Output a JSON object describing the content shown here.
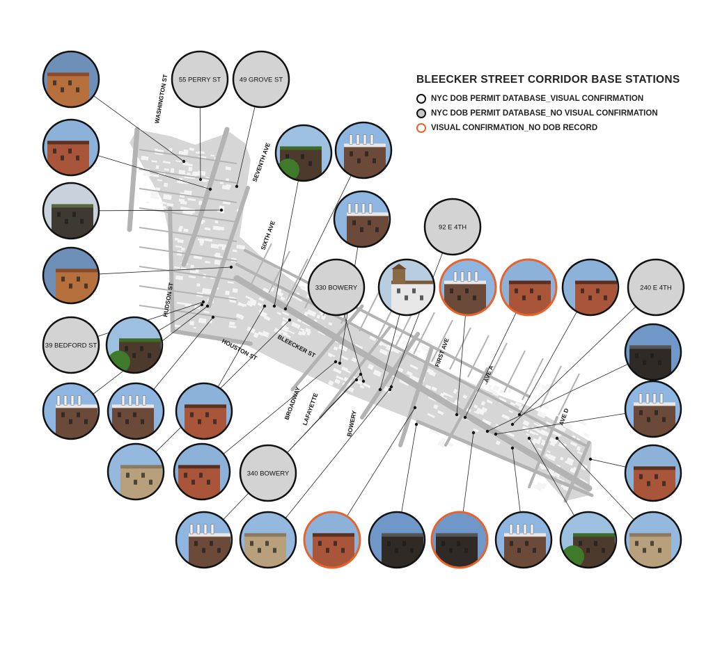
{
  "legend": {
    "title": "BLEECKER STREET CORRIDOR BASE STATIONS",
    "items": [
      {
        "label": "NYC DOB PERMIT DATABASE_VISUAL CONFIRMATION",
        "type": "visual"
      },
      {
        "label": "NYC DOB PERMIT DATABASE_NO VISUAL CONFIRMATION",
        "type": "no-visual"
      },
      {
        "label": "VISUAL CONFIRMATION_NO DOB RECORD",
        "type": "no-record"
      }
    ]
  },
  "colors": {
    "street": "#b3b3b3",
    "block": "#d6d6d6",
    "building": "#f4f4f4",
    "gray_circle": "#d3d3d3",
    "orange": "#e8632c",
    "black": "#111111",
    "leader": "#222222"
  },
  "street_labels": [
    "WASHINGTON ST",
    "SEVENTH AVE",
    "SIXTH AVE",
    "HUDSON ST",
    "HOUSTON ST",
    "BLEECKER ST",
    "BROADWAY",
    "LAFAYETTE",
    "BOWERY",
    "FIRST AVE",
    "AVE A",
    "AVE D"
  ],
  "stations": [
    {
      "type": "visual",
      "photo": "brick-wall"
    },
    {
      "type": "no-visual",
      "label": "55 PERRY ST"
    },
    {
      "type": "no-visual",
      "label": "49 GROVE ST"
    },
    {
      "type": "visual",
      "photo": "brick-building"
    },
    {
      "type": "visual",
      "photo": "rooftop"
    },
    {
      "type": "visual",
      "photo": "brick-wall"
    },
    {
      "type": "visual",
      "photo": "tree-building"
    },
    {
      "type": "visual",
      "photo": "antenna-roof"
    },
    {
      "type": "visual",
      "photo": "antenna-roof"
    },
    {
      "type": "no-visual",
      "label": "92 E 4TH"
    },
    {
      "type": "no-visual",
      "label": "330 BOWERY"
    },
    {
      "type": "visual",
      "photo": "water-tower"
    },
    {
      "type": "no-record",
      "photo": "antenna-roof"
    },
    {
      "type": "no-record",
      "photo": "brick-building"
    },
    {
      "type": "visual",
      "photo": "brick-building"
    },
    {
      "type": "no-visual",
      "label": "240 E 4TH"
    },
    {
      "type": "no-visual",
      "label": "39 BEDFORD ST"
    },
    {
      "type": "visual",
      "photo": "tree-building"
    },
    {
      "type": "visual",
      "photo": "dark-building"
    },
    {
      "type": "visual",
      "photo": "antenna-roof"
    },
    {
      "type": "visual",
      "photo": "antenna-roof"
    },
    {
      "type": "visual",
      "photo": "antenna-roof"
    },
    {
      "type": "visual",
      "photo": "brick-building"
    },
    {
      "type": "visual",
      "photo": "tan-building"
    },
    {
      "type": "visual",
      "photo": "brick-building"
    },
    {
      "type": "no-visual",
      "label": "340 BOWERY"
    },
    {
      "type": "visual",
      "photo": "antenna-roof"
    },
    {
      "type": "visual",
      "photo": "tan-building"
    },
    {
      "type": "no-record",
      "photo": "brick-building"
    },
    {
      "type": "visual",
      "photo": "dark-building"
    },
    {
      "type": "no-record",
      "photo": "dark-building"
    },
    {
      "type": "visual",
      "photo": "antenna-roof"
    },
    {
      "type": "visual",
      "photo": "tree-building"
    },
    {
      "type": "visual",
      "photo": "tan-building"
    },
    {
      "type": "visual",
      "photo": "brick-building"
    }
  ]
}
